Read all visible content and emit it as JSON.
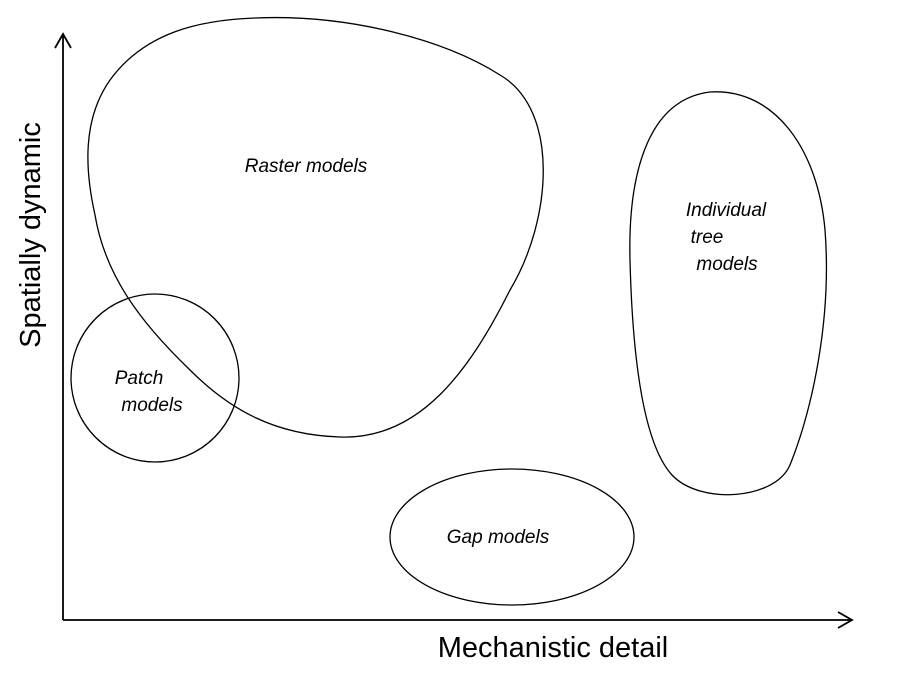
{
  "axes": {
    "x_label": "Mechanistic detail",
    "y_label": "Spatially dynamic"
  },
  "regions": {
    "raster": {
      "line1": "Raster models"
    },
    "patch": {
      "line1": "Patch",
      "line2": "models"
    },
    "individual_tree": {
      "line1": "Individual",
      "line2": "tree",
      "line3": "models"
    },
    "gap": {
      "line1": "Gap models"
    }
  },
  "colors": {
    "stroke": "#000000",
    "background": "#ffffff"
  }
}
